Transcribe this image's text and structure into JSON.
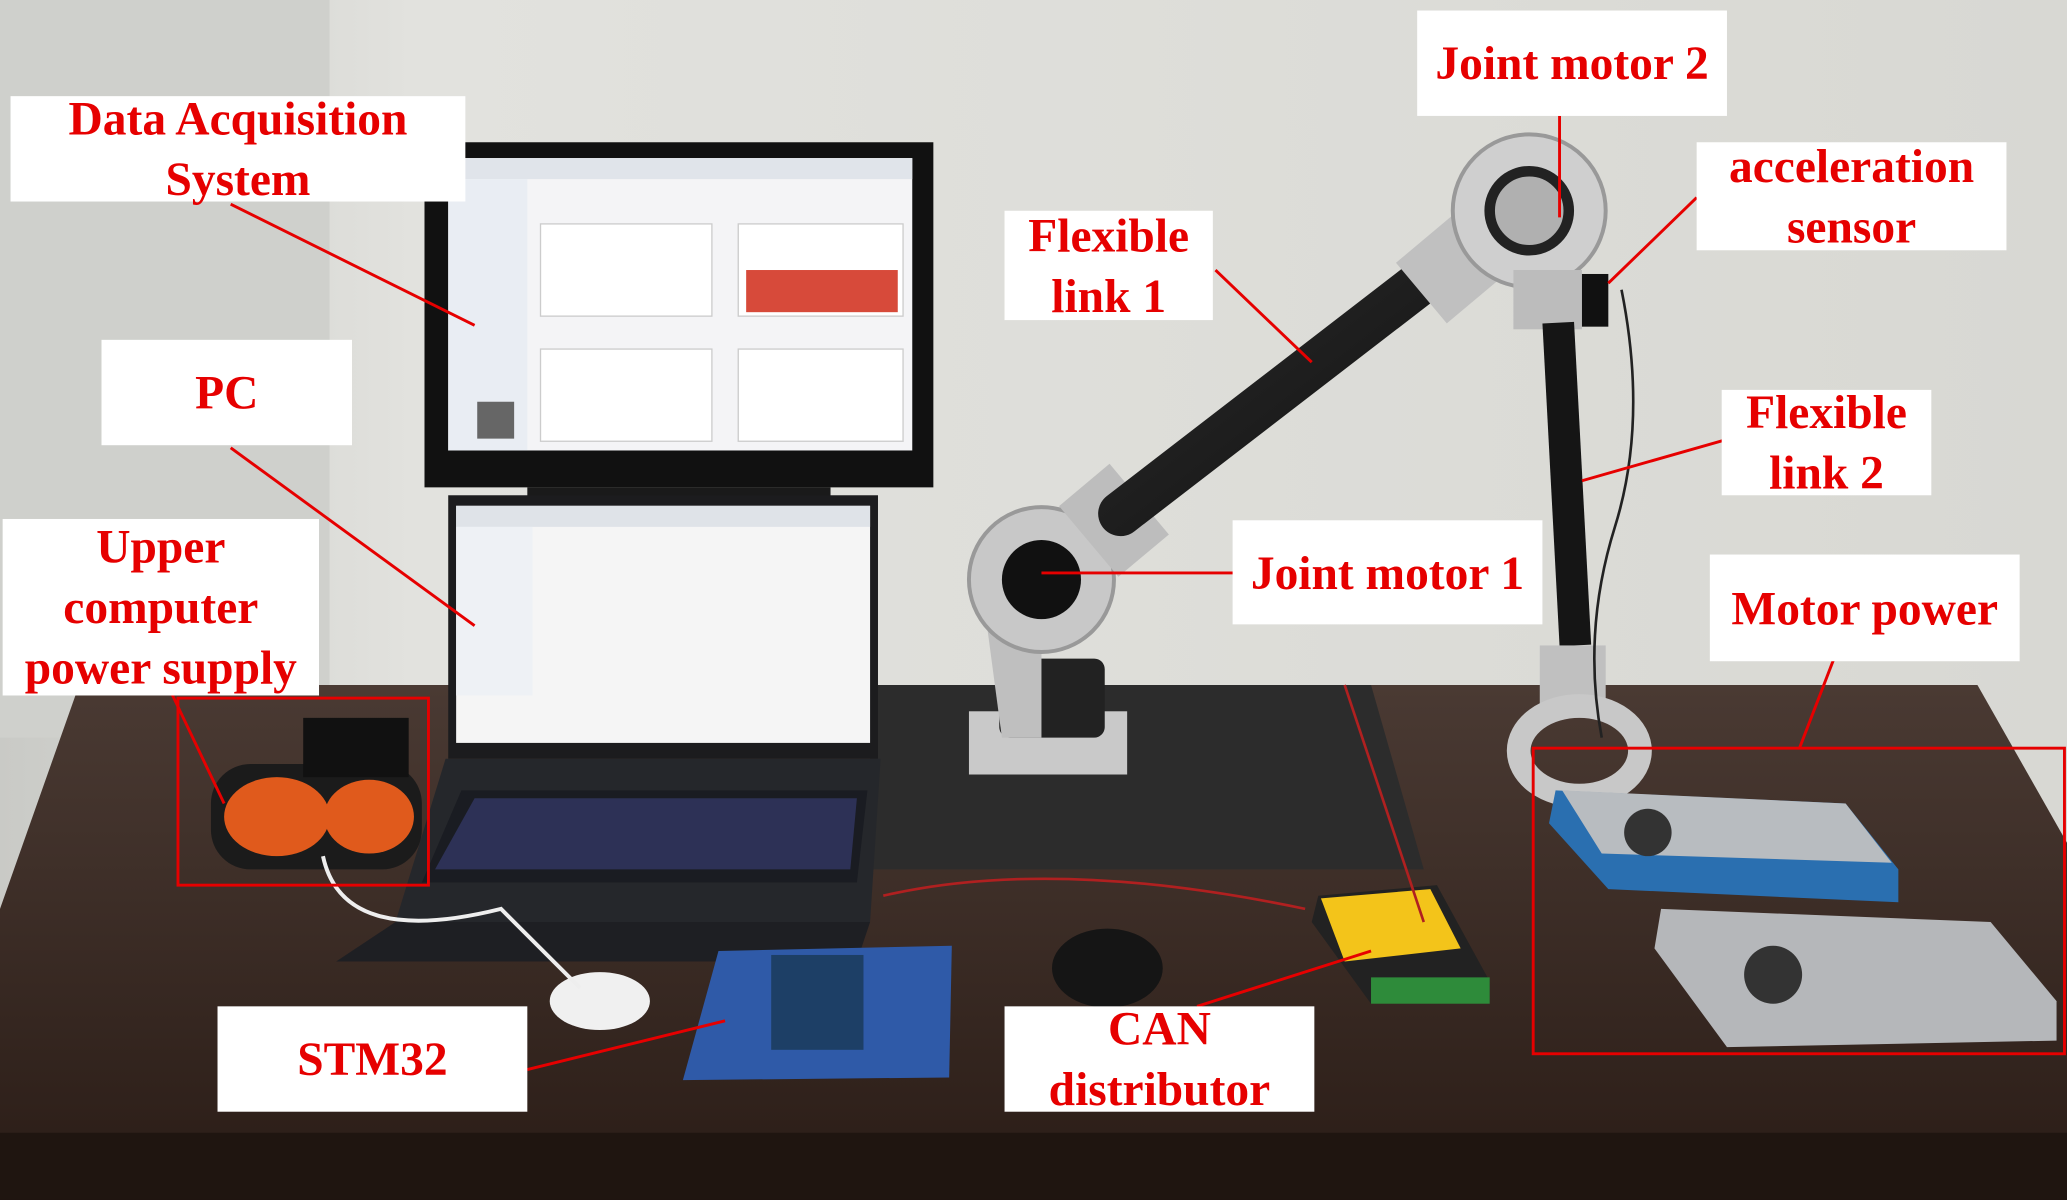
{
  "labels": {
    "data_acquisition": [
      "Data Acquisition",
      "System"
    ],
    "pc": [
      "PC"
    ],
    "upper_power": [
      "Upper",
      "computer",
      "power supply"
    ],
    "joint_motor_2": [
      "Joint motor 2"
    ],
    "acceleration_sensor": [
      "acceleration",
      "sensor"
    ],
    "flexible_link_1": [
      "Flexible",
      "link 1"
    ],
    "flexible_link_2": [
      "Flexible",
      "link 2"
    ],
    "joint_motor_1": [
      "Joint motor 1"
    ],
    "motor_power": [
      "Motor power"
    ],
    "stm32": [
      "STM32"
    ],
    "can_distributor": [
      "CAN",
      "distributor"
    ]
  },
  "colors": {
    "annotation": "#e60000",
    "wall": "#dcdcd8",
    "desk": "#3a2a22"
  }
}
